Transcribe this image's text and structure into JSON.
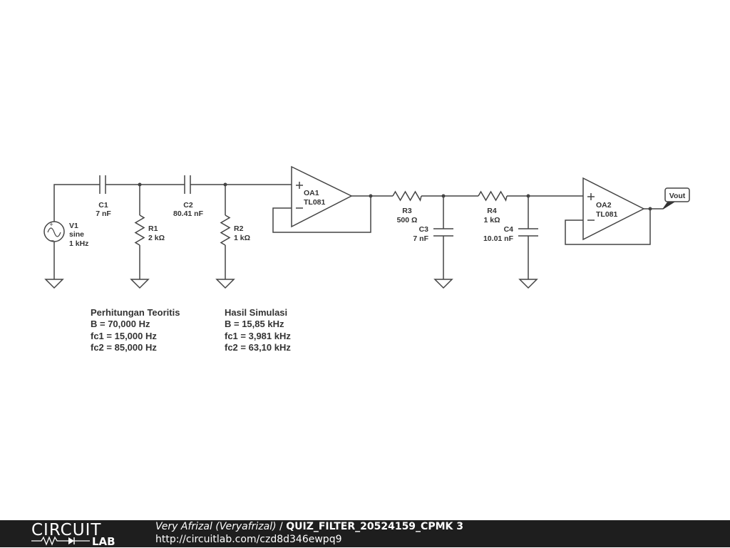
{
  "components": {
    "v1": {
      "name": "V1",
      "type": "sine",
      "freq": "1 kHz"
    },
    "c1": {
      "name": "C1",
      "value": "7 nF"
    },
    "c2": {
      "name": "C2",
      "value": "80.41 nF"
    },
    "r1": {
      "name": "R1",
      "value": "2 kΩ"
    },
    "r2": {
      "name": "R2",
      "value": "1 kΩ"
    },
    "oa1": {
      "name": "OA1",
      "model": "TL081"
    },
    "r3": {
      "name": "R3",
      "value": "500 Ω"
    },
    "c3": {
      "name": "C3",
      "value": "7 nF"
    },
    "r4": {
      "name": "R4",
      "value": "1 kΩ"
    },
    "c4": {
      "name": "C4",
      "value": "10.01 nF"
    },
    "oa2": {
      "name": "OA2",
      "model": "TL081"
    },
    "vout": {
      "label": "Vout"
    }
  },
  "notes": {
    "theory": {
      "title": "Perhitungan Teoritis",
      "lines": [
        "B = 70,000 Hz",
        "fc1 = 15,000 Hz",
        "fc2 = 85,000 Hz"
      ]
    },
    "simulation": {
      "title": "Hasil Simulasi",
      "lines": [
        "B = 15,85 kHz",
        "fc1 = 3,981 kHz",
        "fc2 = 63,10 kHz"
      ]
    }
  },
  "footer": {
    "logo_top": "CIRCUIT",
    "logo_bottom": "LAB",
    "author": "Very Afrizal (Veryafrizal)",
    "separator": " / ",
    "title": "QUIZ_FILTER_20524159_CPMK 3",
    "url": "http://circuitlab.com/czd8d346ewpq9"
  },
  "colors": {
    "wire": "#444444",
    "text": "#333333",
    "footer_bg": "#1e1e1e"
  }
}
